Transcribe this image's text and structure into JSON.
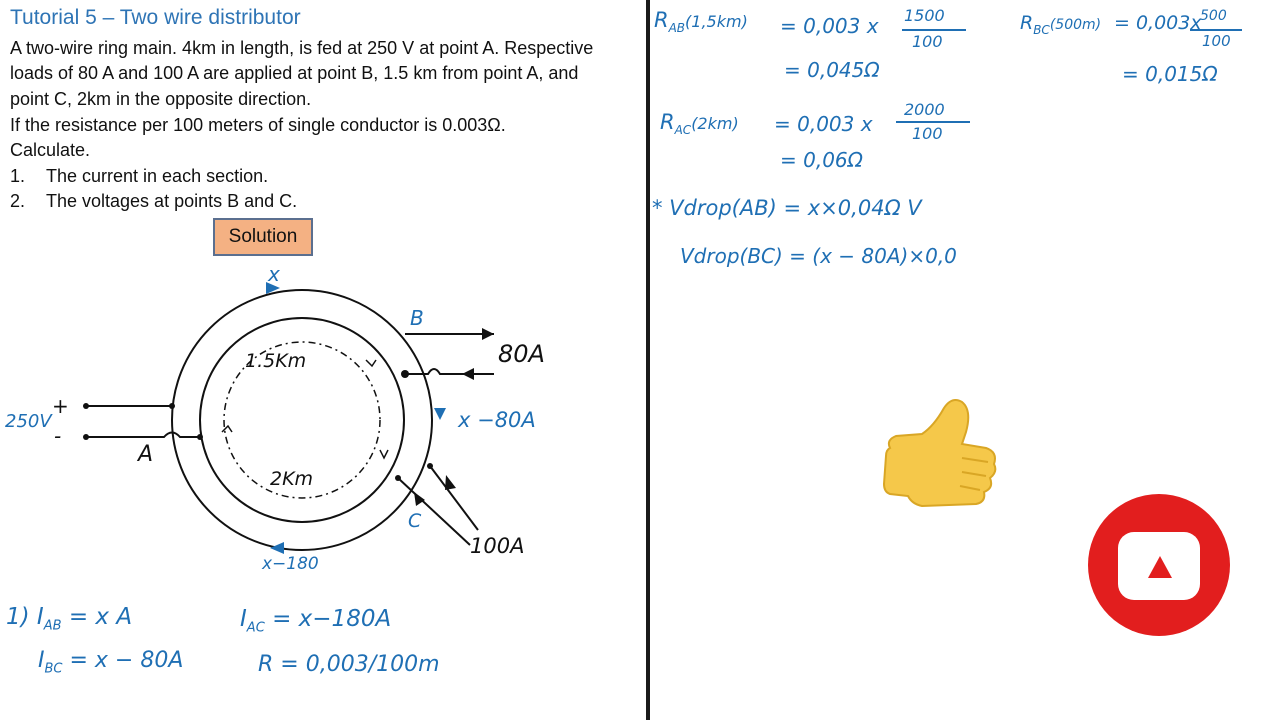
{
  "tutorial": {
    "title": "Tutorial 5 – Two wire distributor",
    "lines": [
      "A two-wire ring main. 4km in length, is fed at 250 V at point A. Respective",
      "loads of 80 A and 100 A are applied at point B, 1.5 km from point A, and",
      "point C, 2km in the opposite direction.",
      "If the resistance per 100 meters of single conductor is 0.003Ω.",
      "Calculate."
    ],
    "items": [
      {
        "num": "1.",
        "text": "The current in each section."
      },
      {
        "num": "2.",
        "text": "The voltages at points B and C."
      }
    ],
    "solution_label": "Solution"
  },
  "diagram": {
    "x_top": "x",
    "point_b": "B",
    "load_b": "80A",
    "dist_ab": "1.5Km",
    "supply": "250V",
    "plus": "+",
    "minus": "-",
    "point_a": "A",
    "x_minus_80": "x −80A",
    "dist_ac": "2Km",
    "point_c": "C",
    "load_c": "100A",
    "x_minus_180": "x−180"
  },
  "notes_left": {
    "l1": "1) I",
    "l1_sub": "AB",
    "l1_rest": " = x A",
    "l2": "I",
    "l2_sub": "AC",
    "l2_rest": " = x−180A",
    "l3": "I",
    "l3_sub": "BC",
    "l3_rest": " = x − 80A",
    "l4": "R = 0,003/100m"
  },
  "notes_right": {
    "rab_lhs": "R",
    "rab_sub": "AB",
    "rab_arg": "(1,5km)",
    "rab_eq": "= 0,003 x",
    "rab_num": "1500",
    "rab_den": "100",
    "rab_res": "= 0,045Ω",
    "rbc_lhs": "R",
    "rbc_sub": "BC",
    "rbc_arg": "(500m)",
    "rbc_eq": "= 0,003x",
    "rbc_num": "500",
    "rbc_den": "100",
    "rbc_res": "= 0,015Ω",
    "rac_lhs": "R",
    "rac_sub": "AC",
    "rac_arg": "(2km)",
    "rac_eq": "= 0,003 x",
    "rac_num": "2000",
    "rac_den": "100",
    "rac_res": "= 0,06Ω",
    "vdrop_ab": "* Vdrop(AB) = x×0,04Ω V",
    "vdrop_bc": "Vdrop(BC) = (x − 80A)×0,0"
  },
  "colors": {
    "title": "#2e74b5",
    "ink": "#1f6fb4",
    "solution_bg": "#f4b183",
    "thumb": "#f5c84a",
    "youtube": "#e21e1e"
  },
  "icons": {
    "thumb": "thumbs-up-icon",
    "play": "youtube-play-icon"
  }
}
